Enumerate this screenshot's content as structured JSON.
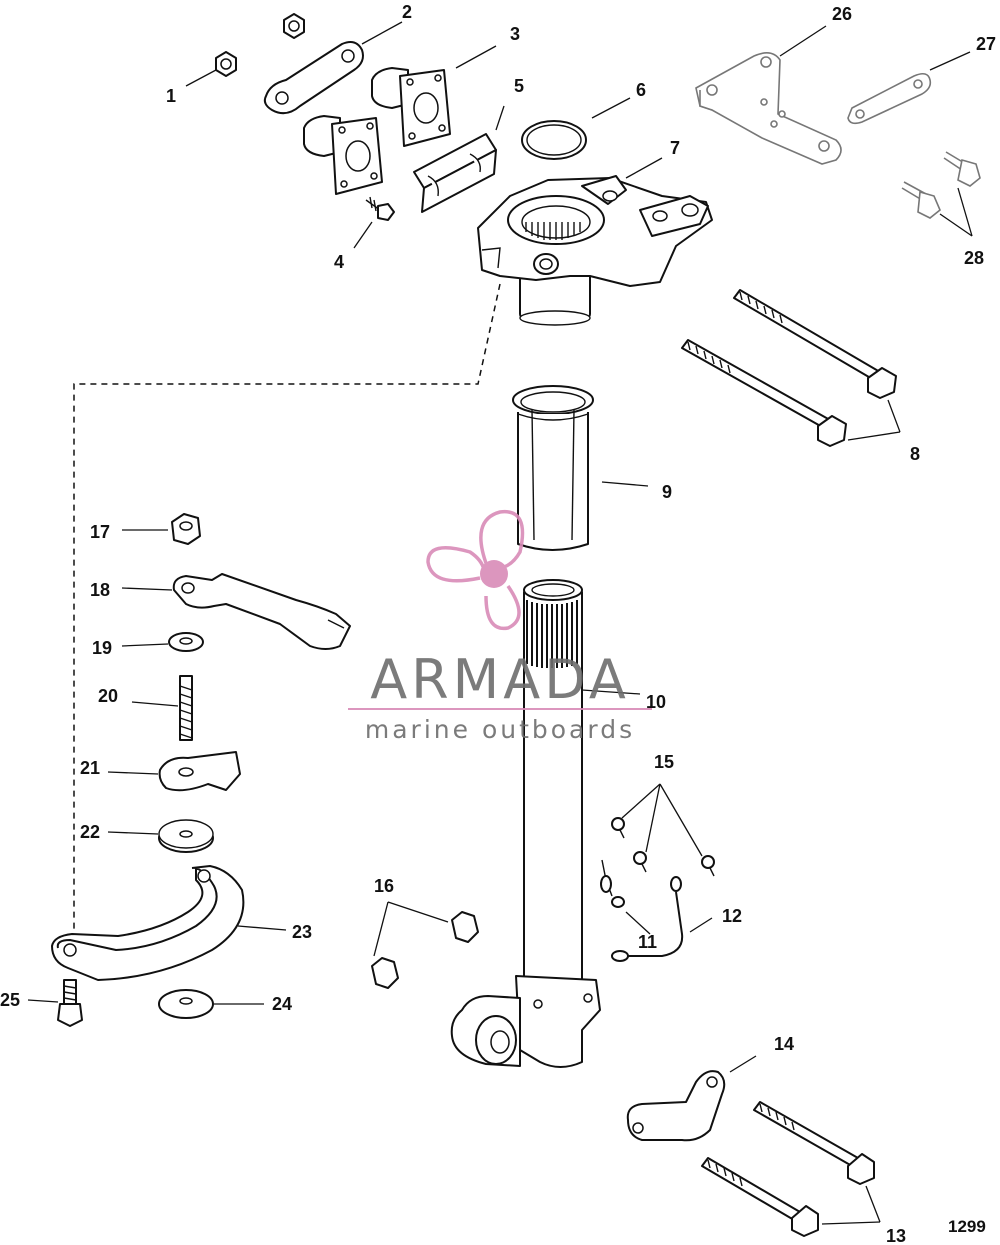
{
  "figure_number": "1299",
  "callouts": [
    "1",
    "2",
    "3",
    "4",
    "5",
    "6",
    "7",
    "8",
    "9",
    "10",
    "11",
    "12",
    "13",
    "14",
    "15",
    "16",
    "17",
    "18",
    "19",
    "20",
    "21",
    "22",
    "23",
    "24",
    "25",
    "26",
    "27",
    "28"
  ],
  "watermark": {
    "brand": "ARMADA",
    "tagline": "marine outboards",
    "color": "#d98bb8"
  }
}
